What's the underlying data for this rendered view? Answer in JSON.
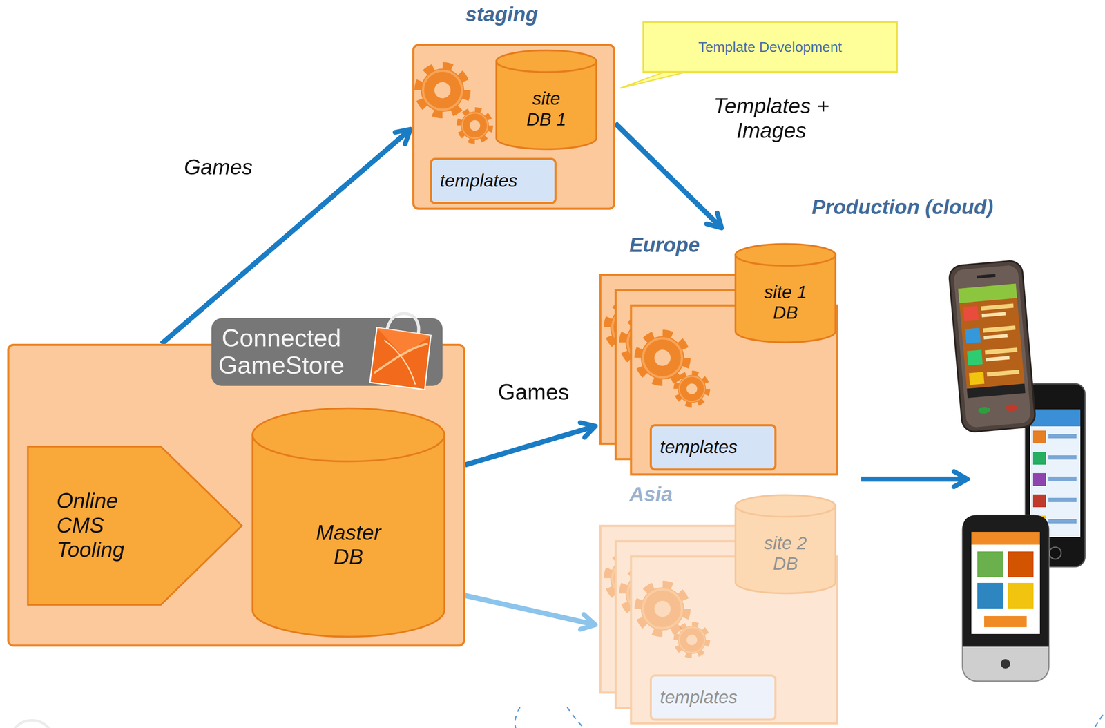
{
  "diagram": {
    "nodes": [
      {
        "text": [
          "staging"
        ]
      },
      {
        "text": [
          "site DB 1"
        ],
        "in": 0
      },
      {
        "text": [
          "templates"
        ],
        "in": 0
      },
      {
        "text": [
          "Template Development"
        ]
      },
      {
        "text": [
          "Connected GameStore"
        ]
      },
      {
        "text": [
          "Online CMS Tooling"
        ],
        "in": 4
      },
      {
        "text": [
          "Master DB"
        ],
        "in": 4
      },
      {
        "text": [
          "Europe"
        ]
      },
      {
        "text": [
          "site 1 DB"
        ],
        "in": 7
      },
      {
        "text": [
          "templates"
        ],
        "in": 7
      },
      {
        "text": [
          "Asia"
        ]
      },
      {
        "text": [
          "site 2 DB"
        ],
        "in": 10
      },
      {
        "text": [
          "templates"
        ],
        "in": 10
      }
    ],
    "edges": [
      {
        "from": 4,
        "to": 0,
        "arrow": "to",
        "label": "Games"
      },
      {
        "from": 0,
        "to": 7,
        "arrow": "to",
        "label": "Templates + Images"
      },
      {
        "from": 4,
        "to": 7,
        "arrow": "to",
        "label": "Games"
      },
      {
        "from": 4,
        "to": 10,
        "arrow": "to"
      }
    ],
    "labels": [
      "Production (cloud)"
    ]
  }
}
